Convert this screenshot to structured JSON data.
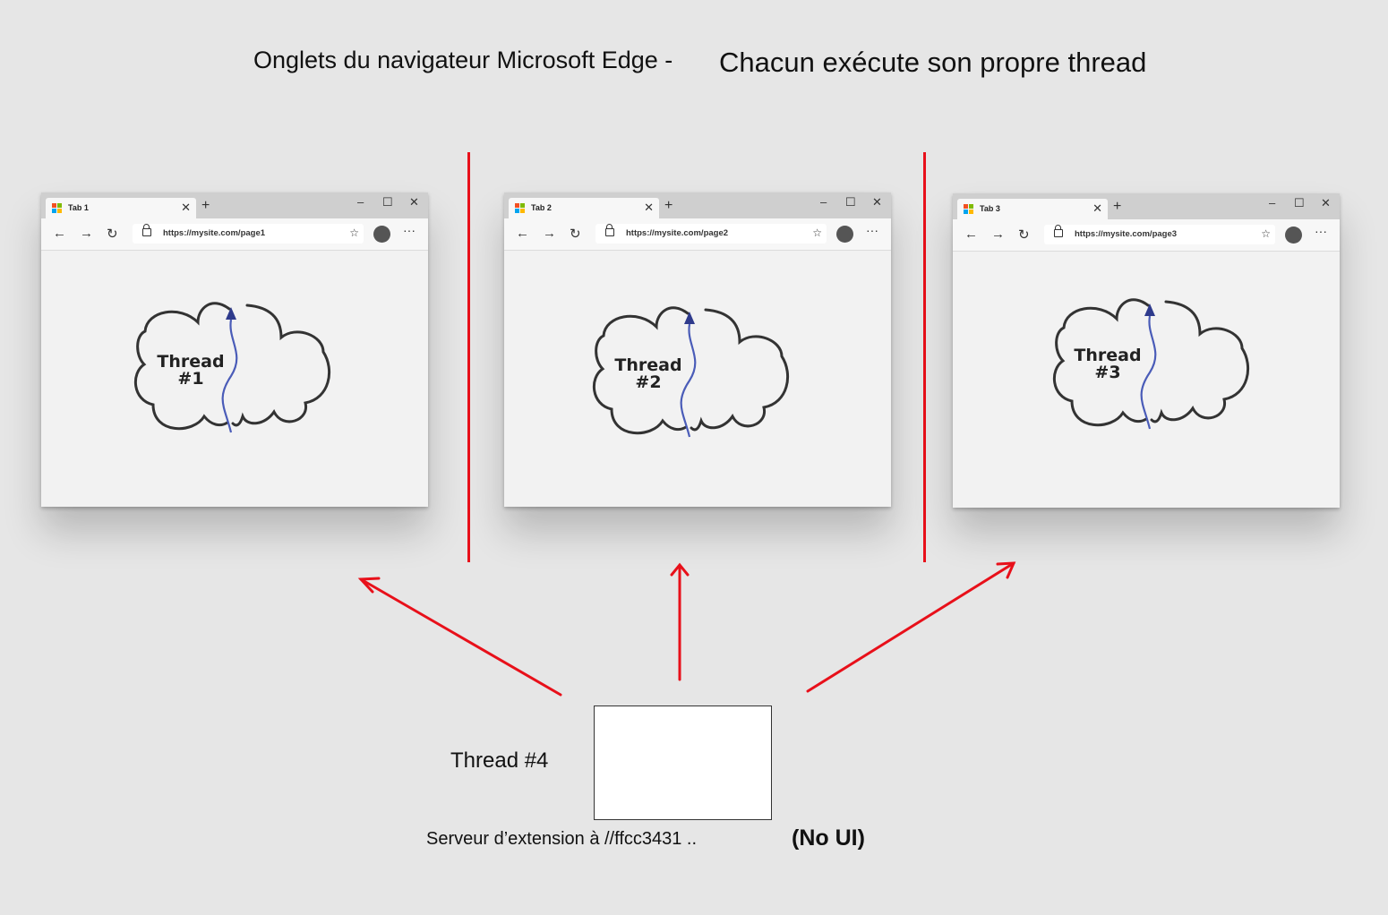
{
  "title": {
    "left": "Onglets du navigateur Microsoft Edge -",
    "right": "Chacun exécute son propre thread"
  },
  "colors": {
    "accent_red": "#e8101a",
    "thread_arrow": "#4a5cb8",
    "cloud_outline": "#333333",
    "logo": [
      "#f25022",
      "#7fba00",
      "#00a4ef",
      "#ffb900"
    ]
  },
  "browsers": [
    {
      "tab_label": "Tab 1",
      "url": "https://mysite.com/page1",
      "thread_line1": "Thread",
      "thread_line2": "#1"
    },
    {
      "tab_label": "Tab 2",
      "url": "https://mysite.com/page2",
      "thread_line1": "Thread",
      "thread_line2": "#2"
    },
    {
      "tab_label": "Tab 3",
      "url": "https://mysite.com/page3",
      "thread_line1": "Thread",
      "thread_line2": "#3"
    }
  ],
  "window_controls": {
    "close_tab": "✕",
    "new_tab": "+",
    "minimize": "–",
    "maximize": "☐",
    "close": "✕"
  },
  "nav_icons": {
    "back": "←",
    "forward": "→",
    "refresh": "↻",
    "favorite": "☆",
    "more": "···"
  },
  "extension": {
    "thread_label": "Thread #4",
    "server_label": "Serveur d’extension à //ffcc3431 ..",
    "no_ui_label": "(No UI)"
  }
}
